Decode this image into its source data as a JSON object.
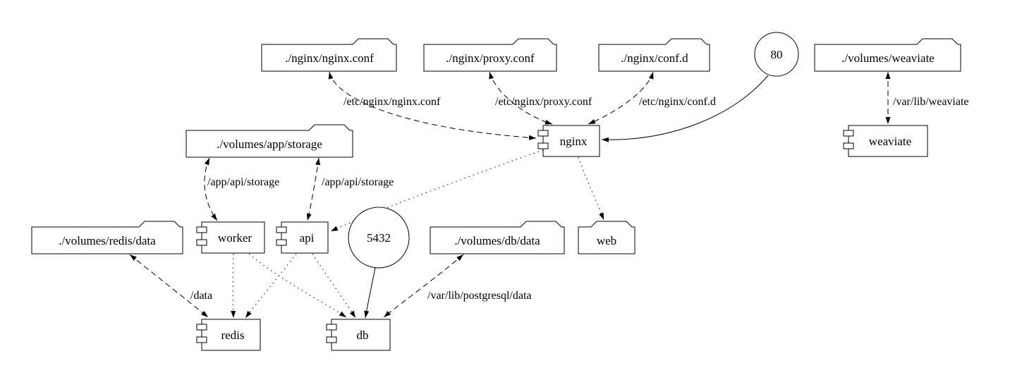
{
  "diagram": {
    "background_color": "#ffffff",
    "stroke_color": "#000000",
    "nodes": {
      "nginx_conf": {
        "label": "./nginx/nginx.conf",
        "shape": "folder"
      },
      "proxy_conf": {
        "label": "./nginx/proxy.conf",
        "shape": "folder"
      },
      "conf_d": {
        "label": "./nginx/conf.d",
        "shape": "folder"
      },
      "port_80": {
        "label": "80",
        "shape": "circle"
      },
      "volumes_weaviate": {
        "label": "./volumes/weaviate",
        "shape": "folder"
      },
      "volumes_app_storage": {
        "label": "./volumes/app/storage",
        "shape": "folder"
      },
      "nginx": {
        "label": "nginx",
        "shape": "component"
      },
      "weaviate": {
        "label": "weaviate",
        "shape": "component"
      },
      "volumes_redis_data": {
        "label": "./volumes/redis/data",
        "shape": "folder"
      },
      "worker": {
        "label": "worker",
        "shape": "component"
      },
      "api": {
        "label": "api",
        "shape": "component"
      },
      "port_5432": {
        "label": "5432",
        "shape": "circle"
      },
      "volumes_db_data": {
        "label": "./volumes/db/data",
        "shape": "folder"
      },
      "web": {
        "label": "web",
        "shape": "folder"
      },
      "redis": {
        "label": "redis",
        "shape": "component"
      },
      "db": {
        "label": "db",
        "shape": "component"
      }
    },
    "edges": {
      "e_nginx_conf": {
        "from": "./nginx/nginx.conf",
        "to": "nginx",
        "label": "/etc/nginx/nginx.conf",
        "style": "dashed-bidirectional"
      },
      "e_proxy_conf": {
        "from": "./nginx/proxy.conf",
        "to": "nginx",
        "label": "/etc/nginx/proxy.conf",
        "style": "dashed-bidirectional"
      },
      "e_conf_d": {
        "from": "./nginx/conf.d",
        "to": "nginx",
        "label": "/etc/nginx/conf.d",
        "style": "dashed-bidirectional"
      },
      "e_port80": {
        "from": "80",
        "to": "nginx",
        "label": "",
        "style": "solid"
      },
      "e_weaviate_vol": {
        "from": "./volumes/weaviate",
        "to": "weaviate",
        "label": "/var/lib/weaviate",
        "style": "dashed-bidirectional"
      },
      "e_worker_storage": {
        "from": "./volumes/app/storage",
        "to": "worker",
        "label": "/app/api/storage",
        "style": "dashed-bidirectional"
      },
      "e_api_storage": {
        "from": "./volumes/app/storage",
        "to": "api",
        "label": "/app/api/storage",
        "style": "dashed-bidirectional"
      },
      "e_nginx_api": {
        "from": "nginx",
        "to": "api",
        "label": "",
        "style": "dotted"
      },
      "e_nginx_web": {
        "from": "nginx",
        "to": "web",
        "label": "",
        "style": "dotted"
      },
      "e_worker_redis": {
        "from": "worker",
        "to": "redis",
        "label": "",
        "style": "dotted"
      },
      "e_worker_db": {
        "from": "worker",
        "to": "db",
        "label": "",
        "style": "dotted"
      },
      "e_api_redis": {
        "from": "api",
        "to": "redis",
        "label": "",
        "style": "dotted"
      },
      "e_api_db": {
        "from": "api",
        "to": "db",
        "label": "",
        "style": "dotted"
      },
      "e_port5432": {
        "from": "5432",
        "to": "db",
        "label": "",
        "style": "solid"
      },
      "e_redis_vol": {
        "from": "./volumes/redis/data",
        "to": "redis",
        "label": "/data",
        "style": "dashed-bidirectional"
      },
      "e_db_vol": {
        "from": "./volumes/db/data",
        "to": "db",
        "label": "/var/lib/postgresql/data",
        "style": "dashed-bidirectional"
      }
    }
  }
}
